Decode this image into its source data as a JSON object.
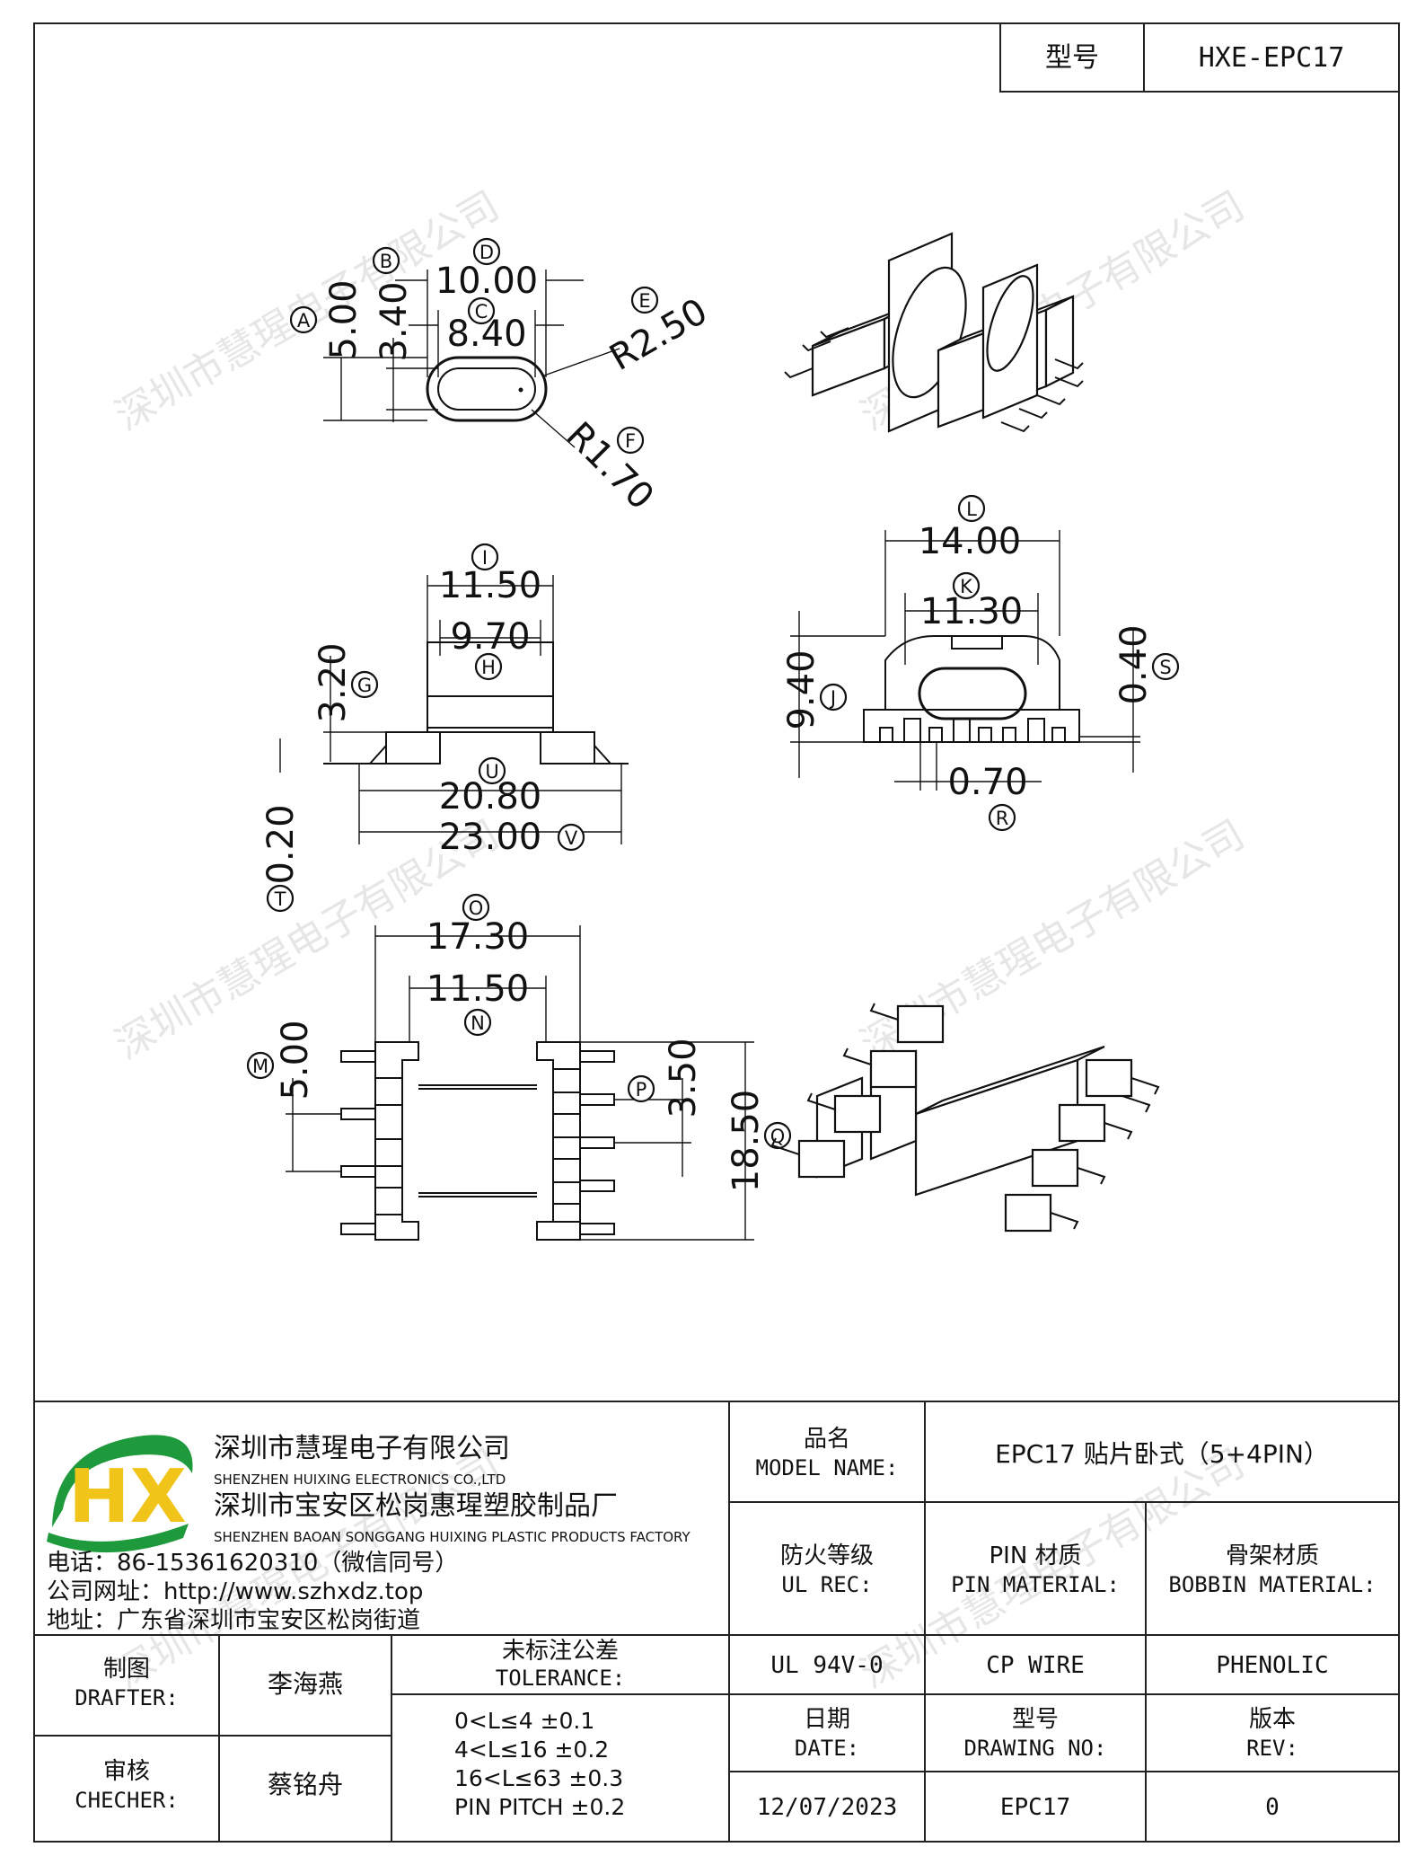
{
  "header": {
    "model_label": "型号",
    "model_value": "HXE-EPC17"
  },
  "dimensions": {
    "A": "5.00",
    "B": "3.40",
    "C": "8.40",
    "D": "10.00",
    "E": "R2.50",
    "F": "R1.70",
    "G": "3.20",
    "H": "9.70",
    "I": "11.50",
    "T": "0.20",
    "U": "20.80",
    "V": "23.00",
    "L": "14.00",
    "K": "11.30",
    "J": "9.40",
    "S": "0.40",
    "R": "0.70",
    "O": "17.30",
    "N": "11.50",
    "M": "5.00",
    "P": "3.50",
    "Q": "18.50"
  },
  "watermark": "深圳市慧瑆电子有限公司",
  "company": {
    "name_cn": "深圳市慧瑆电子有限公司",
    "name_en": "SHENZHEN HUIXING ELECTRONICS CO.,LTD",
    "factory_cn": "深圳市宝安区松岗惠瑆塑胶制品厂",
    "factory_en": "SHENZHEN BAOAN SONGGANG HUIXING PLASTIC PRODUCTS FACTORY",
    "phone": "电话：86-15361620310（微信同号）",
    "website": "公司网址：http://www.szhxdz.top",
    "address": "地址：广东省深圳市宝安区松岗街道",
    "logo_text": "HX",
    "logo_colors": {
      "green": "#1e9a3c",
      "yellow": "#f0c419"
    }
  },
  "title_block": {
    "product_name_cn": "品名",
    "product_name_en": "MODEL NAME:",
    "product_name_value": "EPC17 贴片卧式（5+4PIN）",
    "ul_cn": "防火等级",
    "ul_en": "UL REC:",
    "pin_mat_cn": "PIN 材质",
    "pin_mat_en": "PIN MATERIAL:",
    "bobbin_mat_cn": "骨架材质",
    "bobbin_mat_en": "BOBBIN MATERIAL:",
    "ul_value": "UL 94V-0",
    "pin_mat_value": "CP WIRE",
    "bobbin_mat_value": "PHENOLIC",
    "date_cn": "日期",
    "date_en": "DATE:",
    "drawing_no_cn": "型号",
    "drawing_no_en": "DRAWING NO:",
    "rev_cn": "版本",
    "rev_en": "REV:",
    "date_value": "12/07/2023",
    "drawing_no_value": "EPC17",
    "rev_value": "0",
    "drafter_cn": "制图",
    "drafter_en": "DRAFTER:",
    "drafter_value": "李海燕",
    "checker_cn": "审核",
    "checker_en": "CHECHER:",
    "checker_value": "蔡铭舟",
    "tolerance_cn": "未标注公差",
    "tolerance_en": "TOLERANCE:",
    "tolerances": [
      "0<L≤4  ±0.1",
      "4<L≤16 ±0.2",
      "16<L≤63 ±0.3",
      "PIN PITCH ±0.2"
    ]
  }
}
